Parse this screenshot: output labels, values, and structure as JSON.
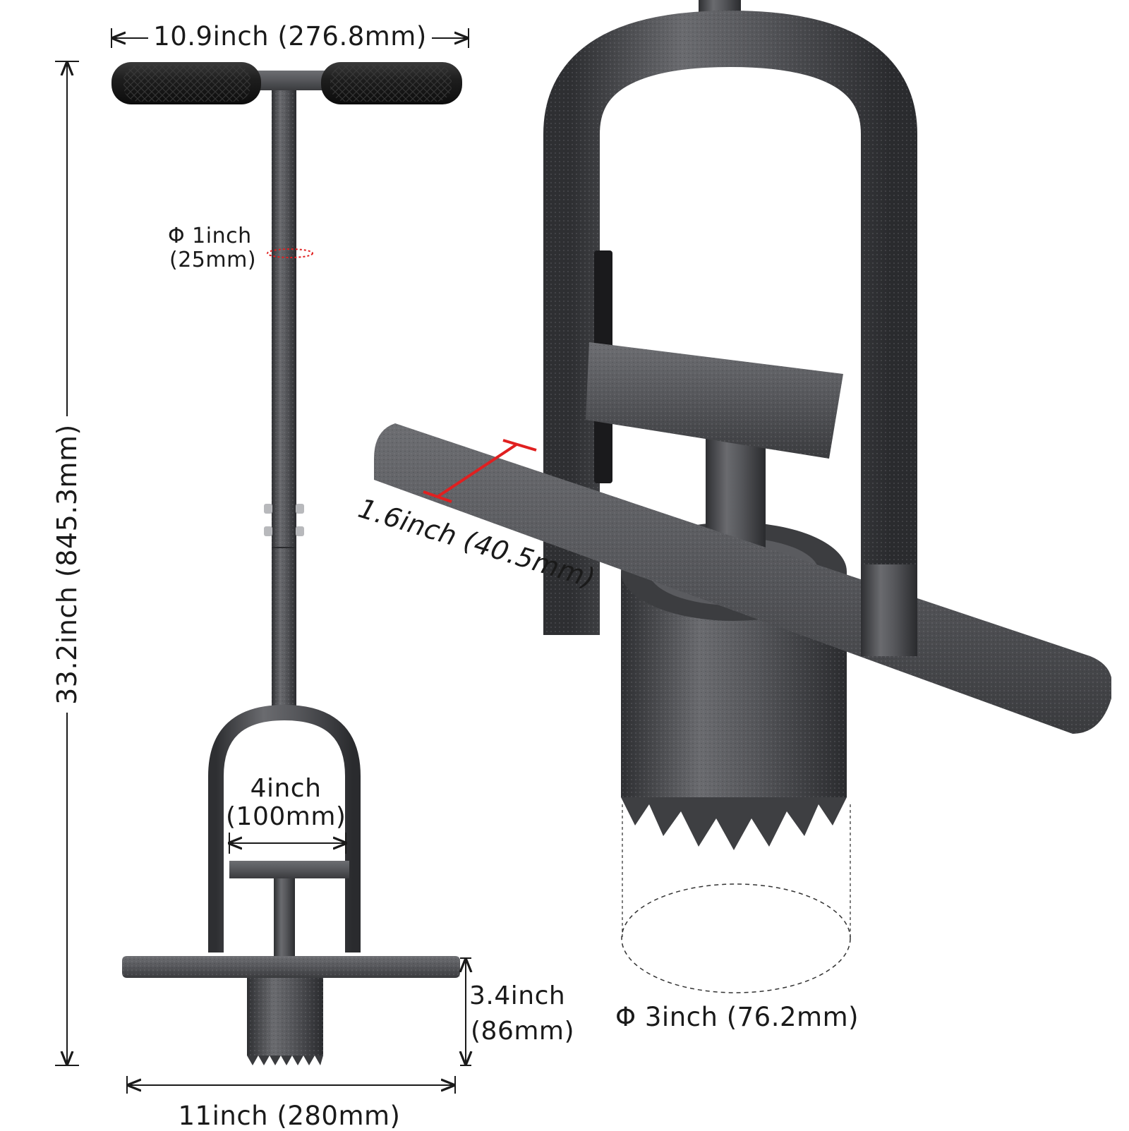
{
  "dimensions": {
    "handle_width": "10.9inch (276.8mm)",
    "total_height": "33.2inch (845.3mm)",
    "shaft_diameter_line1": "Φ 1inch",
    "shaft_diameter_line2": "(25mm)",
    "frame_width_line1": "4inch",
    "frame_width_line2": "(100mm)",
    "tube_height_line1": "3.4inch",
    "tube_height_line2": "(86mm)",
    "footplate_width": "11inch (280mm)",
    "footplate_depth": "1.6inch (40.5mm)",
    "tube_diameter": "Φ 3inch (76.2mm)"
  },
  "colors": {
    "metal": "#4a4b4e",
    "grip": "#1c1c1c",
    "accent": "#e02020",
    "line": "#1a1a1a"
  }
}
